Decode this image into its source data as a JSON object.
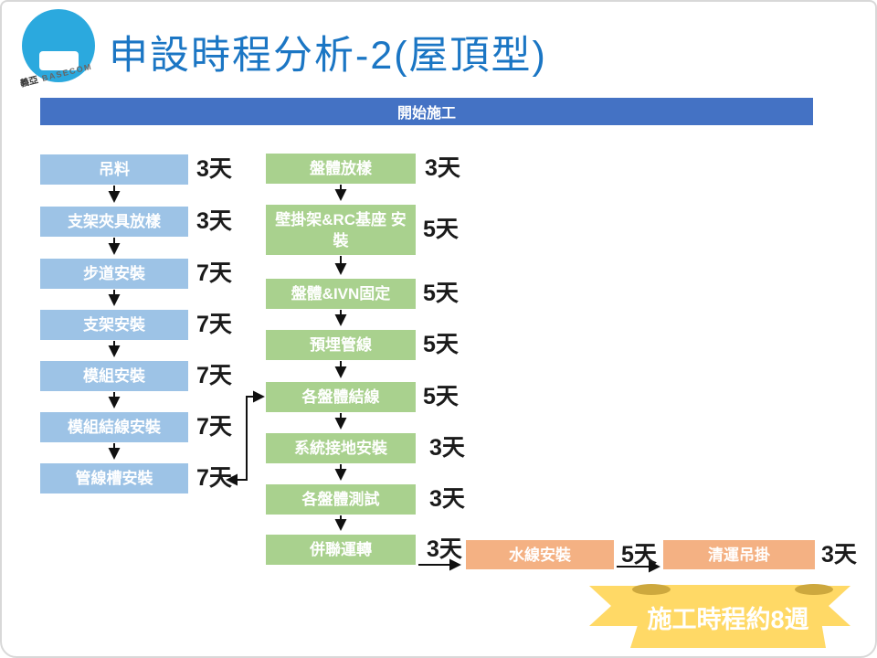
{
  "slide": {
    "logo": {
      "brand_cn": "義亞",
      "brand_en": "BASECOM"
    },
    "title": "申設時程分析-2(屋頂型)",
    "start_bar": "開始施工",
    "left_chain": [
      {
        "label": "吊料",
        "days": "3天"
      },
      {
        "label": "支架夾具放樣",
        "days": "3天"
      },
      {
        "label": "步道安裝",
        "days": "7天"
      },
      {
        "label": "支架安裝",
        "days": "7天"
      },
      {
        "label": "模組安裝",
        "days": "7天"
      },
      {
        "label": "模組結線安裝",
        "days": "7天"
      },
      {
        "label": "管線槽安裝",
        "days": "7天"
      }
    ],
    "mid_chain": [
      {
        "label": "盤體放樣",
        "days": "3天"
      },
      {
        "label": "壁掛架&RC基座 安裝",
        "days": "5天"
      },
      {
        "label": "盤體&IVN固定",
        "days": "5天"
      },
      {
        "label": "預埋管線",
        "days": "5天"
      },
      {
        "label": "各盤體結線",
        "days": "5天"
      },
      {
        "label": "系統接地安裝",
        "days": "3天"
      },
      {
        "label": "各盤體測試",
        "days": "3天"
      },
      {
        "label": "併聯運轉",
        "days": "3天"
      }
    ],
    "tail_chain": [
      {
        "label": "水線安裝",
        "days": "5天"
      },
      {
        "label": "清運吊掛",
        "days": "3天"
      }
    ],
    "banner": "施工時程約8週",
    "colors": {
      "title": "#1B76C4",
      "header_bar": "#4472C4",
      "blue_box": "#9DC3E6",
      "green_box": "#A9D18E",
      "orange_box": "#F4B183",
      "banner_fill": "#FFD966",
      "banner_fold": "#CDA83E",
      "logo_circle": "#2BA9DE"
    }
  }
}
